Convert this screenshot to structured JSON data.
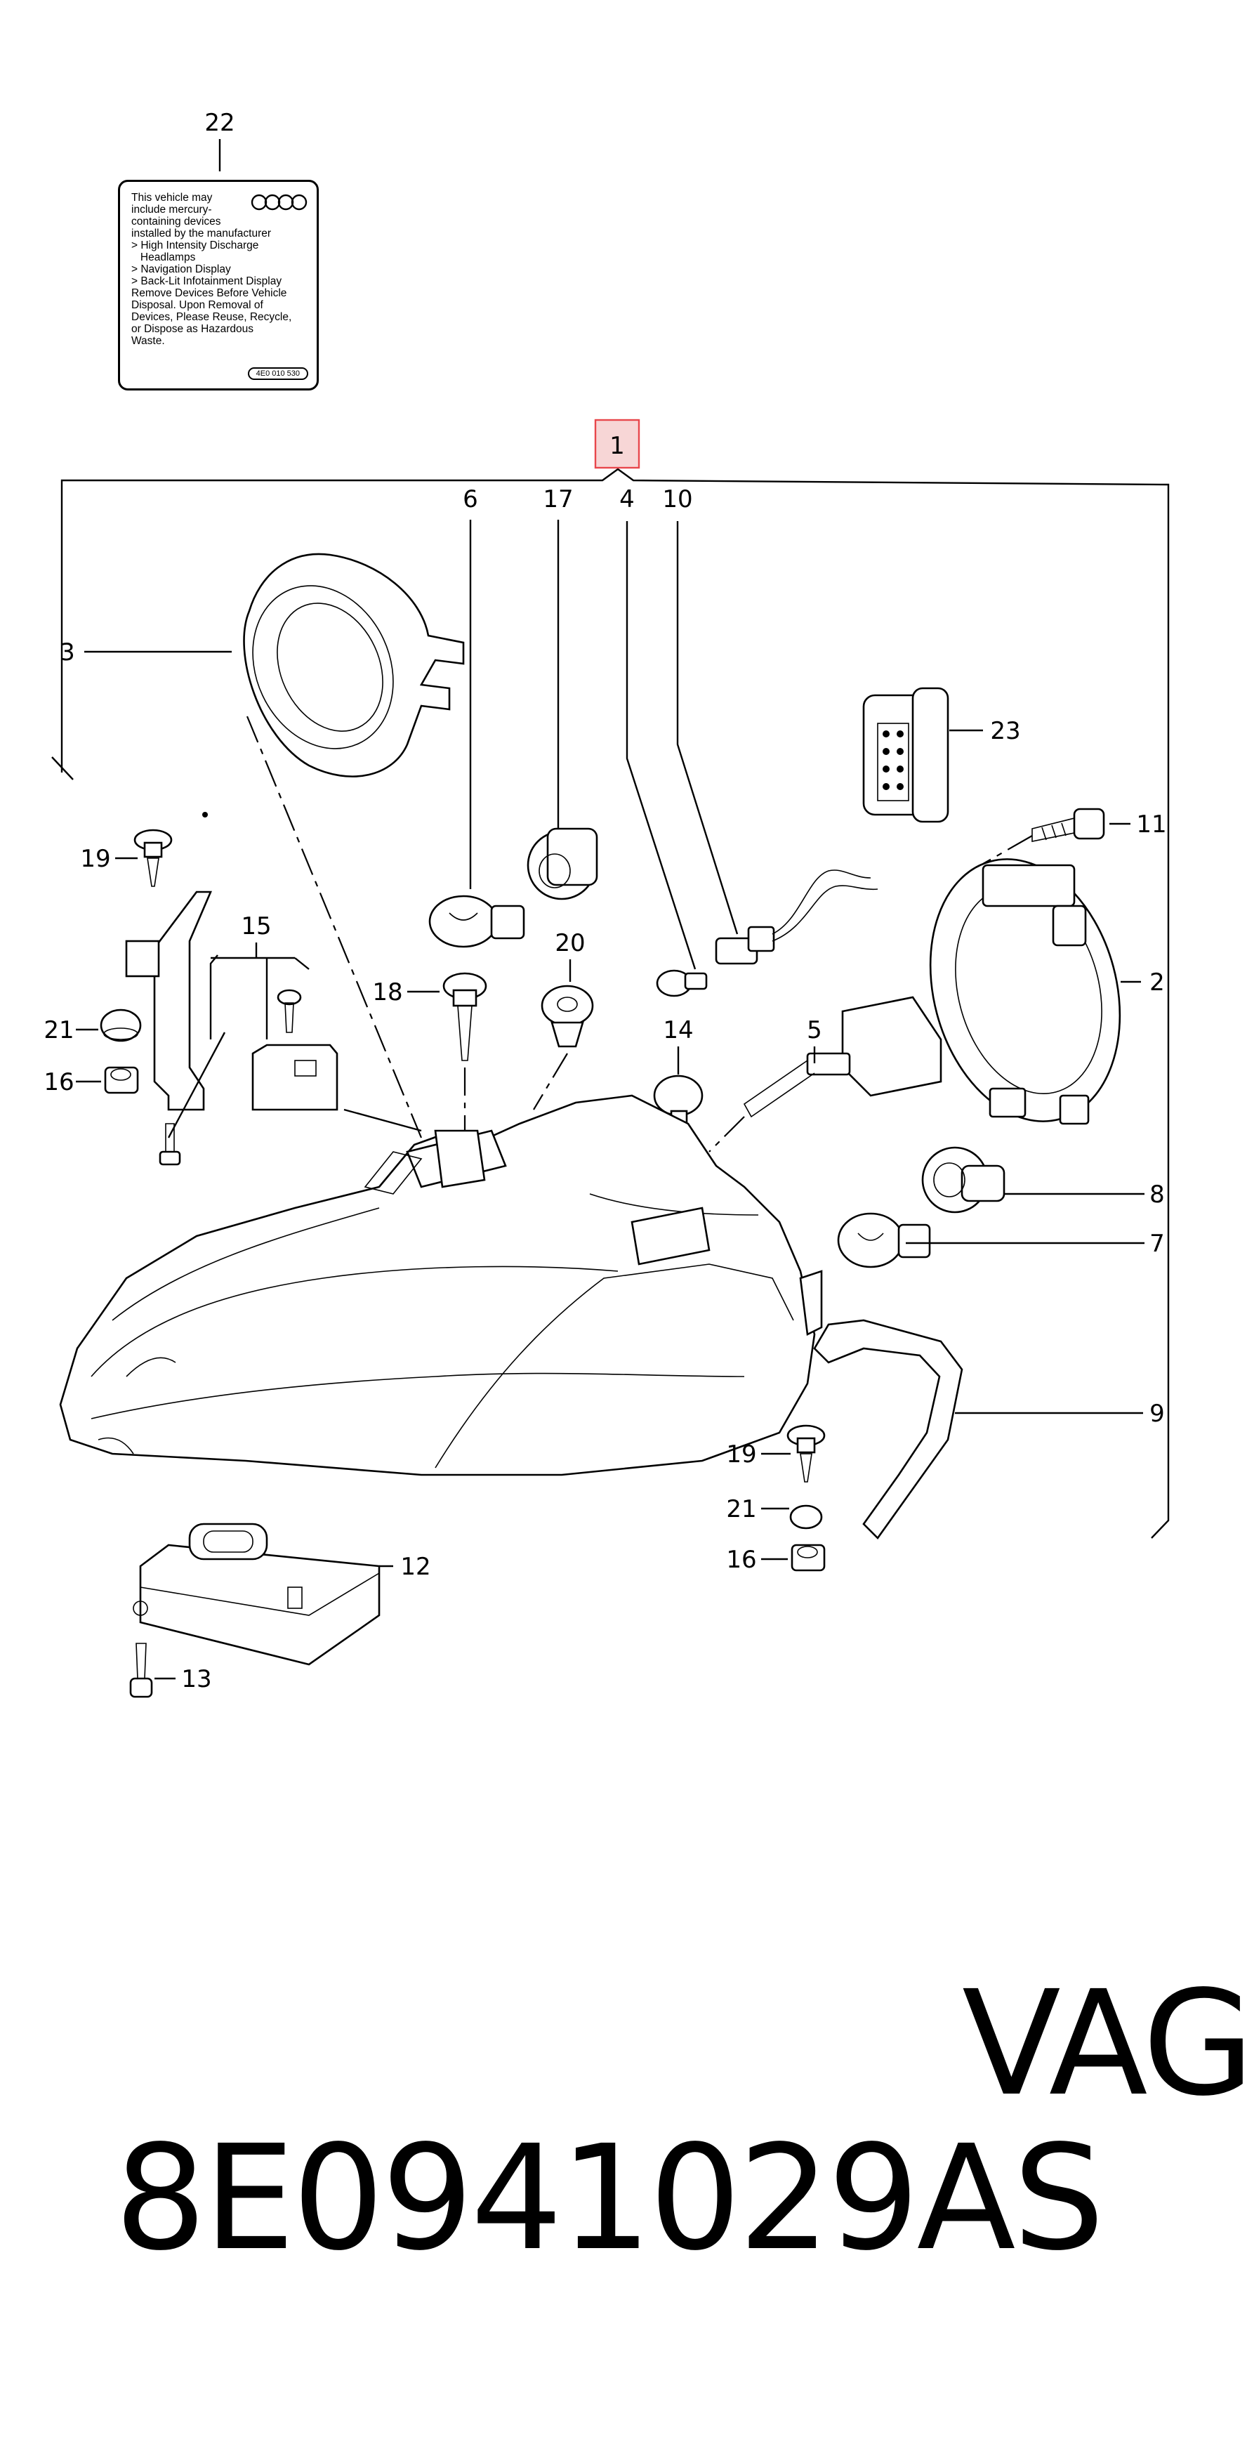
{
  "callouts": {
    "p1": "1",
    "p2": "2",
    "p3": "3",
    "p4": "4",
    "p5": "5",
    "p6": "6",
    "p7": "7",
    "p8": "8",
    "p9": "9",
    "p10": "10",
    "p11": "11",
    "p12": "12",
    "p13": "13",
    "p14": "14",
    "p15": "15",
    "p16a": "16",
    "p16b": "16",
    "p17": "17",
    "p18": "18",
    "p19a": "19",
    "p19b": "19",
    "p20": "20",
    "p21a": "21",
    "p21b": "21",
    "p22": "22",
    "p23": "23"
  },
  "label": {
    "lines": [
      "This vehicle may",
      "include mercury-",
      "containing devices",
      "installed by the manufacturer",
      "> High Intensity Discharge",
      "   Headlamps",
      "> Navigation Display",
      "> Back-Lit Infotainment Display",
      "Remove Devices Before Vehicle",
      "Disposal. Upon Removal of",
      "Devices, Please Reuse, Recycle,",
      "or Dispose as Hazardous",
      "Waste."
    ],
    "part_number": "4E0 010 530"
  },
  "footer": {
    "part_number": "8E0941029AS",
    "brand": "VAG"
  },
  "highlight_color": "#e8474c"
}
